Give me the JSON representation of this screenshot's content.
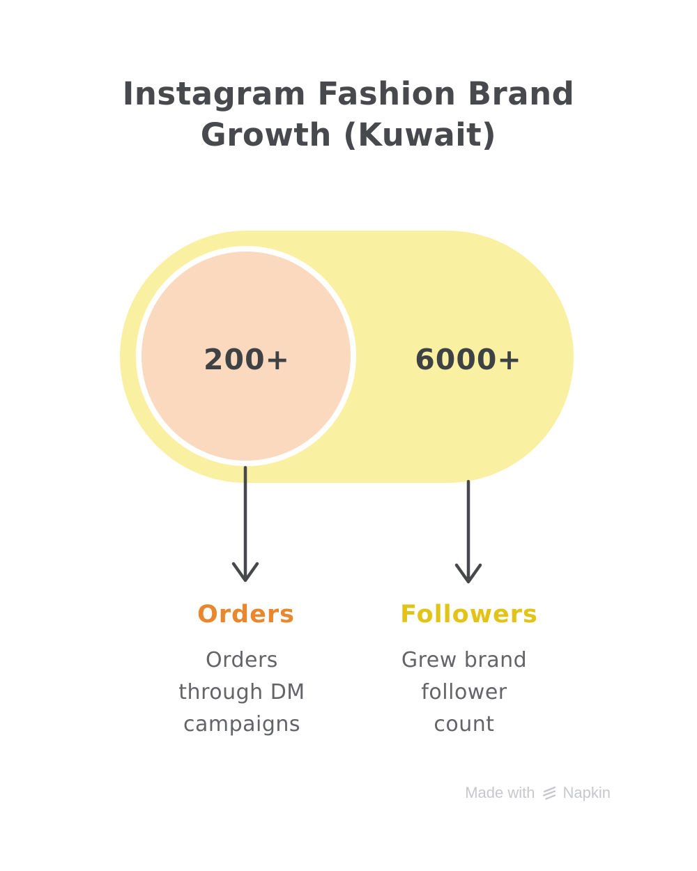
{
  "title": "Instagram Fashion Brand\nGrowth (Kuwait)",
  "items": [
    {
      "id": "orders",
      "value": "200+",
      "label": "Orders",
      "description": "Orders\nthrough DM\ncampaigns"
    },
    {
      "id": "followers",
      "value": "6000+",
      "label": "Followers",
      "description": "Grew brand\nfollower\ncount"
    }
  ],
  "watermark": {
    "prefix": "Made with",
    "brand": "Napkin"
  },
  "colors": {
    "pill": "#F9F0A2",
    "circle_fill": "#FAD9BE",
    "circle_ring": "#FFFFFF",
    "title_text": "#48494C",
    "value_text": "#3E4245",
    "orders_accent": "#E8872E",
    "followers_accent": "#E1C417",
    "description_text": "#636467",
    "arrow": "#47484C",
    "watermark": "#C7C8CB"
  }
}
